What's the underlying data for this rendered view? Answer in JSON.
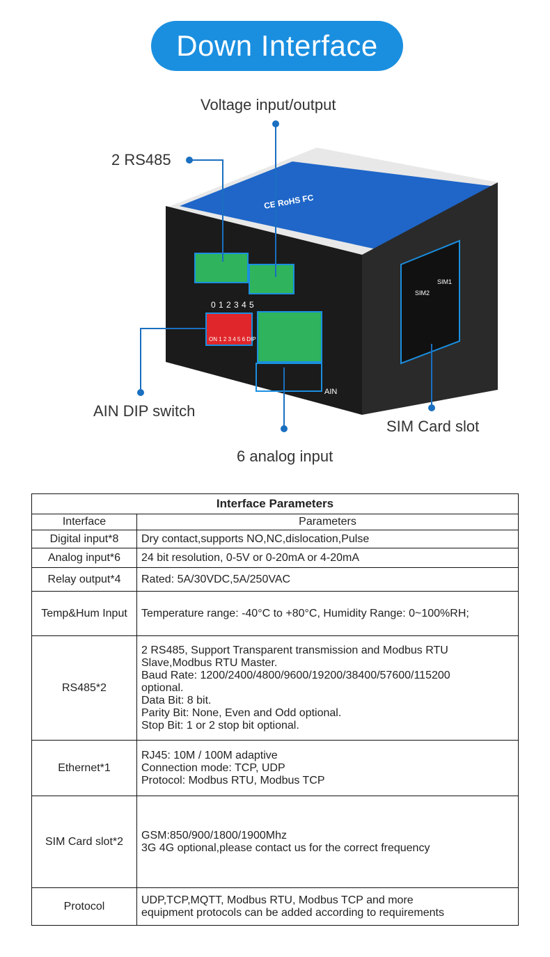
{
  "header": {
    "title": "Down Interface"
  },
  "callouts": {
    "voltage": "Voltage input/output",
    "rs485": "2 RS485",
    "ain_dip": "AIN DIP switch",
    "analog": "6 analog input",
    "sim": "SIM Card slot"
  },
  "device": {
    "dip_numbers": [
      "0",
      "1",
      "2",
      "3",
      "4",
      "5"
    ],
    "dip_label": "ON 1 2 3 4 5 6 DIP",
    "ain_label": "AIN",
    "sim_labels": [
      "SIM2",
      "SIM1"
    ],
    "badges": "CE RoHS FC"
  },
  "table": {
    "title": "Interface Parameters",
    "col_headers": [
      "Interface",
      "Parameters"
    ],
    "rows": [
      {
        "name": "Digital input*8",
        "value": "Dry contact,supports NO,NC,dislocation,Pulse"
      },
      {
        "name": "Analog input*6",
        "value": "24 bit resolution, 0-5V or 0-20mA or 4-20mA"
      },
      {
        "name": "Relay output*4",
        "value": "Rated: 5A/30VDC,5A/250VAC"
      },
      {
        "name": "Temp&Hum Input",
        "value": "Temperature range: -40°C to +80°C, Humidity Range: 0~100%RH;"
      },
      {
        "name": "RS485*2",
        "value": "2 RS485, Support Transparent transmission and Modbus RTU\nSlave,Modbus RTU Master.\nBaud Rate: 1200/2400/4800/9600/19200/38400/57600/115200\noptional.\nData Bit: 8 bit.\nParity Bit: None, Even and Odd optional.\nStop Bit: 1 or 2 stop bit optional."
      },
      {
        "name": "Ethernet*1",
        "value": "RJ45: 10M / 100M adaptive\nConnection mode: TCP, UDP\nProtocol: Modbus RTU, Modbus TCP"
      },
      {
        "name": "SIM Card slot*2",
        "value": "GSM:850/900/1800/1900Mhz\n3G 4G optional,please contact us for the correct frequency"
      },
      {
        "name": "Protocol",
        "value": "UDP,TCP,MQTT, Modbus RTU, Modbus TCP and more\nequipment protocols can be added according to requirements"
      }
    ]
  },
  "colors": {
    "accent": "#1a8fe0",
    "callout_line": "#1a6fc0",
    "terminal": "#2fb35c",
    "dip": "#e0262a"
  }
}
